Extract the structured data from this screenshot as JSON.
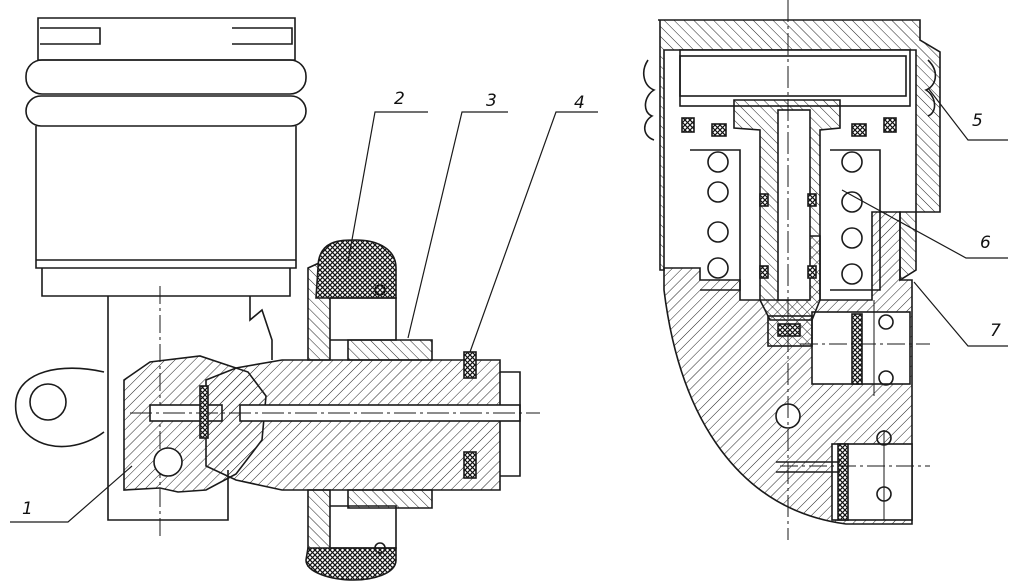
{
  "figure": {
    "left_view": {
      "callouts": [
        "1",
        "2",
        "3",
        "4"
      ]
    },
    "right_view": {
      "callouts": [
        "5",
        "6",
        "7"
      ]
    }
  },
  "colors": {
    "ink": "#1a1a1a",
    "background": "#ffffff"
  }
}
